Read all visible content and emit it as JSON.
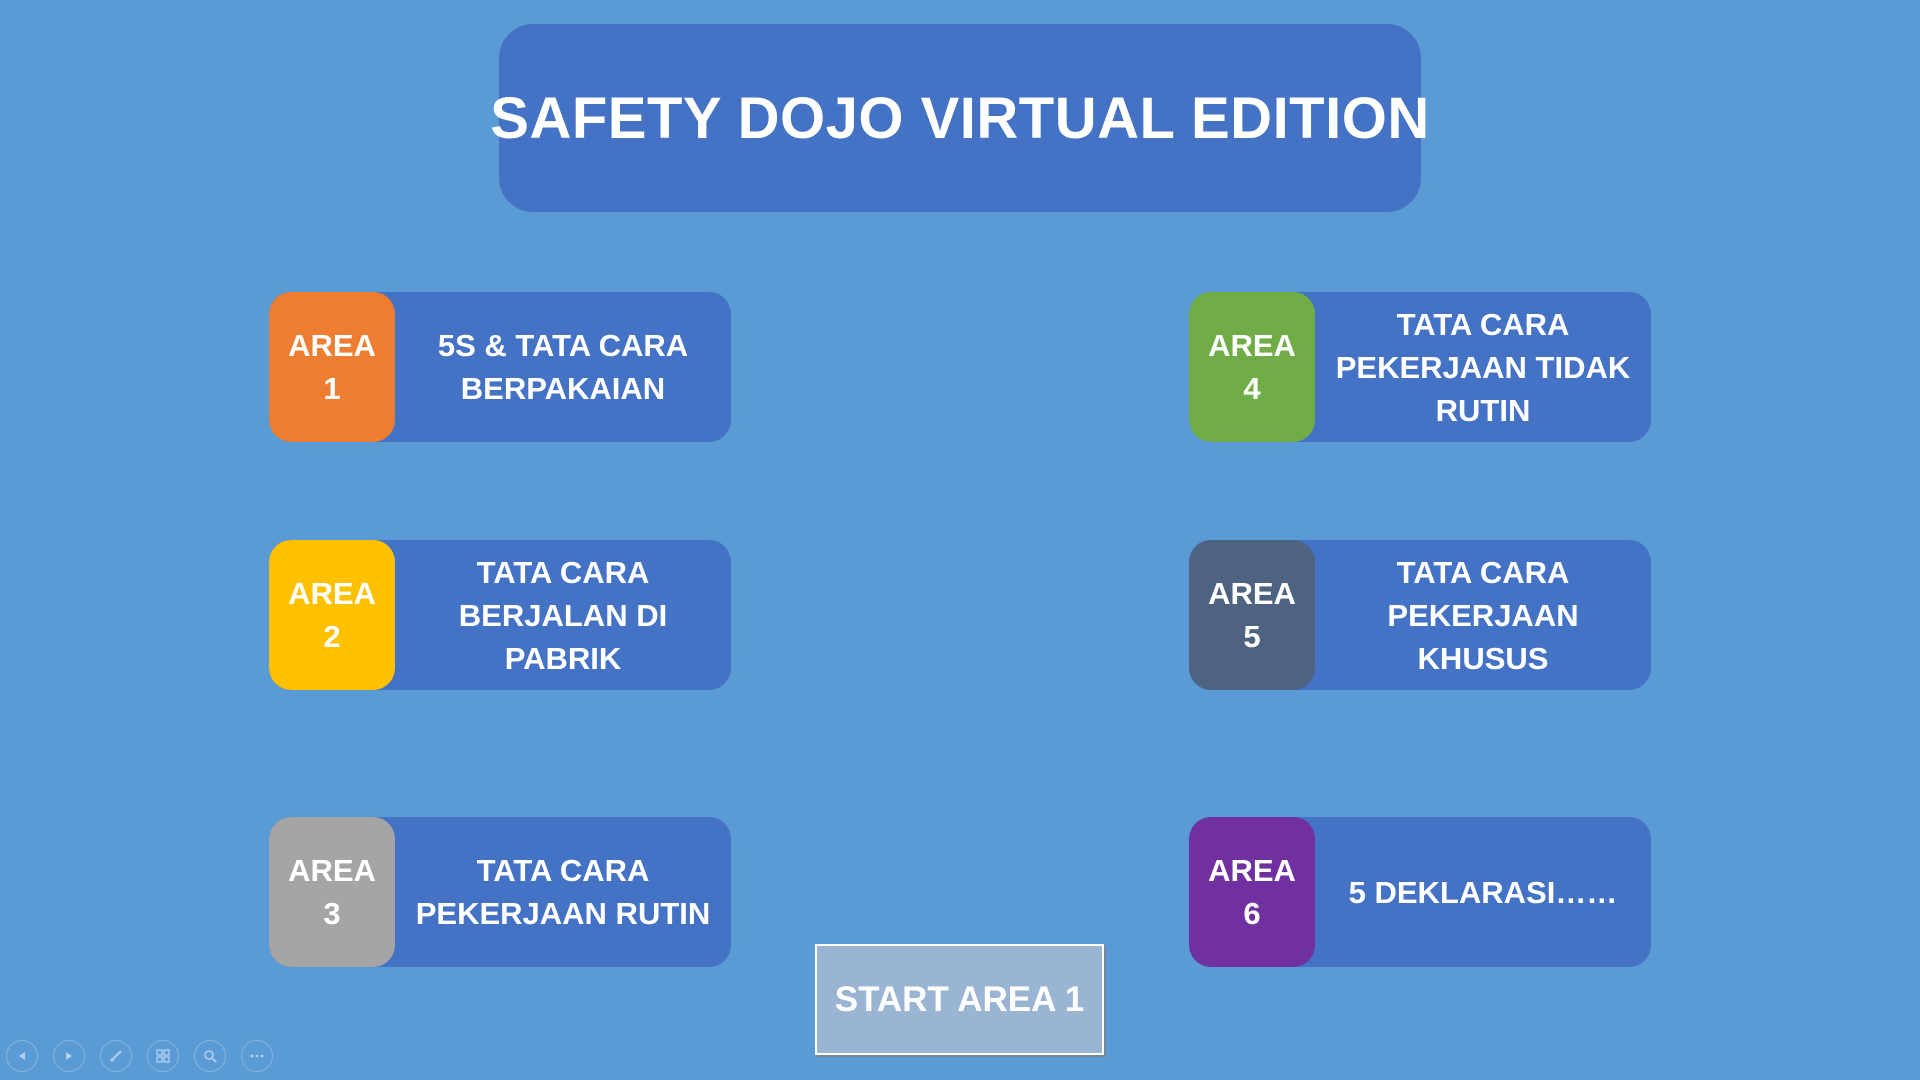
{
  "title": "SAFETY DOJO VIRTUAL EDITION",
  "areas": [
    {
      "tag_line1": "AREA",
      "tag_line2": "1",
      "desc_line1": "5S & TATA CARA",
      "desc_line2": "BERPAKAIAN",
      "desc_line3": "",
      "color": "#ed7d31"
    },
    {
      "tag_line1": "AREA",
      "tag_line2": "2",
      "desc_line1": "TATA CARA",
      "desc_line2": "BERJALAN DI",
      "desc_line3": "PABRIK",
      "color": "#ffc000"
    },
    {
      "tag_line1": "AREA",
      "tag_line2": "3",
      "desc_line1": "TATA CARA",
      "desc_line2": "PEKERJAAN RUTIN",
      "desc_line3": "",
      "color": "#a5a5a5"
    },
    {
      "tag_line1": "AREA",
      "tag_line2": "4",
      "desc_line1": "TATA CARA",
      "desc_line2": "PEKERJAAN TIDAK",
      "desc_line3": "RUTIN",
      "color": "#70ad47"
    },
    {
      "tag_line1": "AREA",
      "tag_line2": "5",
      "desc_line1": "TATA CARA",
      "desc_line2": "PEKERJAAN KHUSUS",
      "desc_line3": "",
      "color": "#4e6282"
    },
    {
      "tag_line1": "AREA",
      "tag_line2": "6",
      "desc_line1": "5 DEKLARASI……",
      "desc_line2": "",
      "desc_line3": "",
      "color": "#7030a0"
    }
  ],
  "start_button": "START AREA 1",
  "toolbar_icons": [
    "previous-icon",
    "next-icon",
    "pen-icon",
    "slides-grid-icon",
    "zoom-icon",
    "more-icon"
  ],
  "colors": {
    "background": "#5b9bd5",
    "panel": "#4472c4"
  }
}
